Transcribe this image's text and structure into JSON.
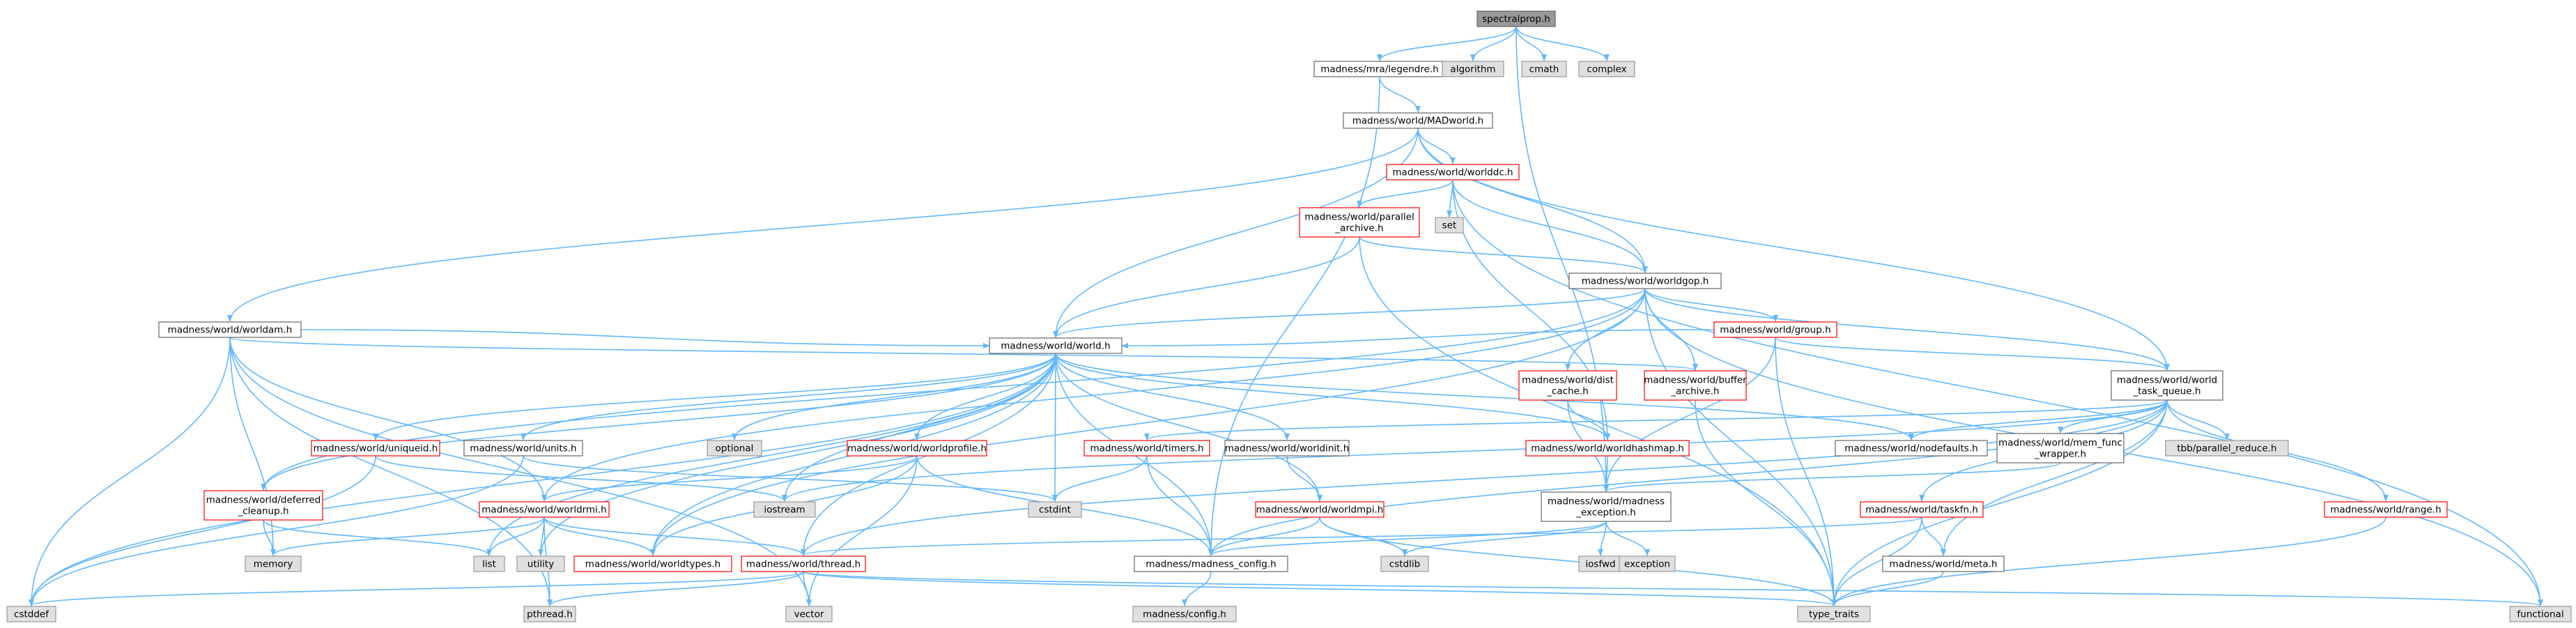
{
  "title": "spectralprop.h",
  "legend": {
    "default_node_fill": "#ffffff",
    "default_node_border": "#666666",
    "linked_error_border": "#ff0000",
    "external_fill": "#e0e0e0",
    "external_border": "#999999",
    "root_fill": "#999999",
    "root_border": "#666666",
    "edge_color": "#63b8ff",
    "text_color": "#000000"
  },
  "nodes": [
    {
      "id": "spectralprop",
      "lines": [
        "spectralprop.h"
      ],
      "kind": "root"
    },
    {
      "id": "legendre",
      "lines": [
        "madness/mra/legendre.h"
      ],
      "kind": "normal"
    },
    {
      "id": "algorithm",
      "lines": [
        "algorithm"
      ],
      "kind": "external"
    },
    {
      "id": "cmath",
      "lines": [
        "cmath"
      ],
      "kind": "external"
    },
    {
      "id": "complex",
      "lines": [
        "complex"
      ],
      "kind": "external"
    },
    {
      "id": "madworld",
      "lines": [
        "madness/world/MADworld.h"
      ],
      "kind": "normal"
    },
    {
      "id": "worlddc",
      "lines": [
        "madness/world/worlddc.h"
      ],
      "kind": "red"
    },
    {
      "id": "set",
      "lines": [
        "set"
      ],
      "kind": "external"
    },
    {
      "id": "parallel_archive",
      "lines": [
        "madness/world/parallel",
        "_archive.h"
      ],
      "kind": "red"
    },
    {
      "id": "worldgop",
      "lines": [
        "madness/world/worldgop.h"
      ],
      "kind": "normal"
    },
    {
      "id": "worldam",
      "lines": [
        "madness/world/worldam.h"
      ],
      "kind": "normal"
    },
    {
      "id": "group",
      "lines": [
        "madness/world/group.h"
      ],
      "kind": "red"
    },
    {
      "id": "world",
      "lines": [
        "madness/world/world.h"
      ],
      "kind": "normal"
    },
    {
      "id": "dist_cache",
      "lines": [
        "madness/world/dist",
        "_cache.h"
      ],
      "kind": "red"
    },
    {
      "id": "buffer_archive",
      "lines": [
        "madness/world/buffer",
        "_archive.h"
      ],
      "kind": "red"
    },
    {
      "id": "task_queue",
      "lines": [
        "madness/world/world",
        "_task_queue.h"
      ],
      "kind": "normal"
    },
    {
      "id": "uniqueid",
      "lines": [
        "madness/world/uniqueid.h"
      ],
      "kind": "red"
    },
    {
      "id": "units",
      "lines": [
        "madness/world/units.h"
      ],
      "kind": "normal"
    },
    {
      "id": "optional",
      "lines": [
        "optional"
      ],
      "kind": "external"
    },
    {
      "id": "worldprofile",
      "lines": [
        "madness/world/worldprofile.h"
      ],
      "kind": "red"
    },
    {
      "id": "timers",
      "lines": [
        "madness/world/timers.h"
      ],
      "kind": "red"
    },
    {
      "id": "worldinit",
      "lines": [
        "madness/world/worldinit.h"
      ],
      "kind": "normal"
    },
    {
      "id": "worldhashmap",
      "lines": [
        "madness/world/worldhashmap.h"
      ],
      "kind": "red"
    },
    {
      "id": "nodefaults",
      "lines": [
        "madness/world/nodefaults.h"
      ],
      "kind": "normal"
    },
    {
      "id": "mem_func_wrapper",
      "lines": [
        "madness/world/mem_func",
        "_wrapper.h"
      ],
      "kind": "normal"
    },
    {
      "id": "tbb_parallel_reduce",
      "lines": [
        "tbb/parallel_reduce.h"
      ],
      "kind": "external"
    },
    {
      "id": "deferred_cleanup",
      "lines": [
        "madness/world/deferred",
        "_cleanup.h"
      ],
      "kind": "red"
    },
    {
      "id": "iostream",
      "lines": [
        "iostream"
      ],
      "kind": "external"
    },
    {
      "id": "cstdint",
      "lines": [
        "cstdint"
      ],
      "kind": "external"
    },
    {
      "id": "worldrmi",
      "lines": [
        "madness/world/worldrmi.h"
      ],
      "kind": "red"
    },
    {
      "id": "worldmpi",
      "lines": [
        "madness/world/worldmpi.h"
      ],
      "kind": "red"
    },
    {
      "id": "madness_exception",
      "lines": [
        "madness/world/madness",
        "_exception.h"
      ],
      "kind": "normal"
    },
    {
      "id": "taskfn",
      "lines": [
        "madness/world/taskfn.h"
      ],
      "kind": "red"
    },
    {
      "id": "range",
      "lines": [
        "madness/world/range.h"
      ],
      "kind": "red"
    },
    {
      "id": "memory",
      "lines": [
        "memory"
      ],
      "kind": "external"
    },
    {
      "id": "list",
      "lines": [
        "list"
      ],
      "kind": "external"
    },
    {
      "id": "utility",
      "lines": [
        "utility"
      ],
      "kind": "external"
    },
    {
      "id": "worldtypes",
      "lines": [
        "madness/world/worldtypes.h"
      ],
      "kind": "red"
    },
    {
      "id": "thread",
      "lines": [
        "madness/world/thread.h"
      ],
      "kind": "red"
    },
    {
      "id": "madness_config",
      "lines": [
        "madness/madness_config.h"
      ],
      "kind": "normal"
    },
    {
      "id": "cstdlib",
      "lines": [
        "cstdlib"
      ],
      "kind": "external"
    },
    {
      "id": "iosfwd",
      "lines": [
        "iosfwd"
      ],
      "kind": "external"
    },
    {
      "id": "exception",
      "lines": [
        "exception"
      ],
      "kind": "external"
    },
    {
      "id": "meta",
      "lines": [
        "madness/world/meta.h"
      ],
      "kind": "normal"
    },
    {
      "id": "cstddef",
      "lines": [
        "cstddef"
      ],
      "kind": "external"
    },
    {
      "id": "pthread",
      "lines": [
        "pthread.h"
      ],
      "kind": "external"
    },
    {
      "id": "vector",
      "lines": [
        "vector"
      ],
      "kind": "external"
    },
    {
      "id": "type_traits",
      "lines": [
        "type_traits"
      ],
      "kind": "external"
    },
    {
      "id": "functional",
      "lines": [
        "functional"
      ],
      "kind": "external"
    },
    {
      "id": "config",
      "lines": [
        "madness/config.h"
      ],
      "kind": "external"
    }
  ],
  "edges": [
    [
      "spectralprop",
      "legendre"
    ],
    [
      "spectralprop",
      "algorithm"
    ],
    [
      "spectralprop",
      "cmath"
    ],
    [
      "spectralprop",
      "complex"
    ],
    [
      "spectralprop",
      "madness_exception"
    ],
    [
      "legendre",
      "madworld"
    ],
    [
      "legendre",
      "madness_config"
    ],
    [
      "madworld",
      "worlddc"
    ],
    [
      "madworld",
      "worldgop"
    ],
    [
      "madworld",
      "worldam"
    ],
    [
      "madworld",
      "world"
    ],
    [
      "madworld",
      "task_queue"
    ],
    [
      "worlddc",
      "set"
    ],
    [
      "worlddc",
      "parallel_archive"
    ],
    [
      "worlddc",
      "worldgop"
    ],
    [
      "worlddc",
      "worldhashmap"
    ],
    [
      "worlddc",
      "functional"
    ],
    [
      "parallel_archive",
      "worldgop"
    ],
    [
      "parallel_archive",
      "world"
    ],
    [
      "parallel_archive",
      "type_traits"
    ],
    [
      "worldgop",
      "world"
    ],
    [
      "worldgop",
      "group"
    ],
    [
      "worldgop",
      "dist_cache"
    ],
    [
      "worldgop",
      "buffer_archive"
    ],
    [
      "worldgop",
      "task_queue"
    ],
    [
      "worldgop",
      "deferred_cleanup"
    ],
    [
      "worldgop",
      "worldtypes"
    ],
    [
      "worldgop",
      "type_traits"
    ],
    [
      "worldgop",
      "functional"
    ],
    [
      "worldgop",
      "worldrmi"
    ],
    [
      "worldam",
      "world"
    ],
    [
      "worldam",
      "buffer_archive"
    ],
    [
      "worldam",
      "worldrmi"
    ],
    [
      "worldam",
      "memory"
    ],
    [
      "worldam",
      "cstddef"
    ],
    [
      "worldam",
      "pthread"
    ],
    [
      "worldam",
      "vector"
    ],
    [
      "group",
      "world"
    ],
    [
      "group",
      "task_queue"
    ],
    [
      "group",
      "madness_exception"
    ],
    [
      "group",
      "type_traits"
    ],
    [
      "dist_cache",
      "worldhashmap"
    ],
    [
      "dist_cache",
      "madness_exception"
    ],
    [
      "buffer_archive",
      "type_traits"
    ],
    [
      "world",
      "uniqueid"
    ],
    [
      "world",
      "units"
    ],
    [
      "world",
      "optional"
    ],
    [
      "world",
      "worldprofile"
    ],
    [
      "world",
      "worldinit"
    ],
    [
      "world",
      "worldhashmap"
    ],
    [
      "world",
      "nodefaults"
    ],
    [
      "world",
      "deferred_cleanup"
    ],
    [
      "world",
      "iostream"
    ],
    [
      "world",
      "cstdint"
    ],
    [
      "world",
      "worldmpi"
    ],
    [
      "world",
      "madness_config"
    ],
    [
      "world",
      "thread"
    ],
    [
      "world",
      "list"
    ],
    [
      "world",
      "cstddef"
    ],
    [
      "world",
      "worldtypes"
    ],
    [
      "world",
      "utility"
    ],
    [
      "task_queue",
      "nodefaults"
    ],
    [
      "task_queue",
      "mem_func_wrapper"
    ],
    [
      "task_queue",
      "tbb_parallel_reduce"
    ],
    [
      "task_queue",
      "timers"
    ],
    [
      "task_queue",
      "taskfn"
    ],
    [
      "task_queue",
      "range"
    ],
    [
      "task_queue",
      "meta"
    ],
    [
      "task_queue",
      "iostream"
    ],
    [
      "task_queue",
      "type_traits"
    ],
    [
      "task_queue",
      "madness_config"
    ],
    [
      "task_queue",
      "thread"
    ],
    [
      "uniqueid",
      "cstddef"
    ],
    [
      "uniqueid",
      "iostream"
    ],
    [
      "units",
      "cstdint"
    ],
    [
      "units",
      "cstddef"
    ],
    [
      "worldprofile",
      "worldrmi"
    ],
    [
      "worldprofile",
      "worldtypes"
    ],
    [
      "worldprofile",
      "madness_config"
    ],
    [
      "worldprofile",
      "vector"
    ],
    [
      "timers",
      "cstdint"
    ],
    [
      "timers",
      "madness_config"
    ],
    [
      "worldinit",
      "worldmpi"
    ],
    [
      "worldhashmap",
      "madness_exception"
    ],
    [
      "mem_func_wrapper",
      "madness_exception"
    ],
    [
      "deferred_cleanup",
      "memory"
    ],
    [
      "deferred_cleanup",
      "list"
    ],
    [
      "worldrmi",
      "memory"
    ],
    [
      "worldrmi",
      "list"
    ],
    [
      "worldrmi",
      "utility"
    ],
    [
      "worldrmi",
      "worldtypes"
    ],
    [
      "worldrmi",
      "pthread"
    ],
    [
      "worldrmi",
      "thread"
    ],
    [
      "worldmpi",
      "cstdlib"
    ],
    [
      "worldmpi",
      "madness_config"
    ],
    [
      "worldmpi",
      "type_traits"
    ],
    [
      "madness_exception",
      "madness_config"
    ],
    [
      "madness_exception",
      "iosfwd"
    ],
    [
      "madness_exception",
      "exception"
    ],
    [
      "madness_exception",
      "cstdlib"
    ],
    [
      "taskfn",
      "meta"
    ],
    [
      "taskfn",
      "thread"
    ],
    [
      "taskfn",
      "type_traits"
    ],
    [
      "range",
      "type_traits"
    ],
    [
      "thread",
      "cstddef"
    ],
    [
      "thread",
      "pthread"
    ],
    [
      "thread",
      "vector"
    ],
    [
      "thread",
      "type_traits"
    ],
    [
      "thread",
      "functional"
    ],
    [
      "madness_config",
      "config"
    ],
    [
      "meta",
      "type_traits"
    ]
  ]
}
